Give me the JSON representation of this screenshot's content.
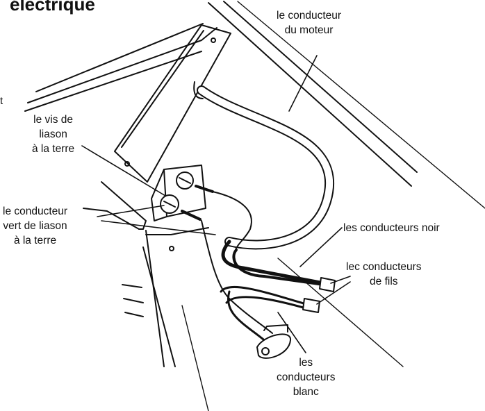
{
  "title": "électrique",
  "edge_text": "t",
  "labels": {
    "motor_wire": [
      "le conducteur",
      "du moteur"
    ],
    "ground_screw": [
      "le vis de",
      "liason",
      "à la terre"
    ],
    "ground_wire": [
      "le conducteur",
      "vert de liason",
      "à la terre"
    ],
    "black_wires": [
      "les conducteurs noir"
    ],
    "wire_connectors": [
      "lec conducteurs",
      "de fils"
    ],
    "white_wires": [
      "les",
      "conducteurs",
      "blanc"
    ]
  }
}
